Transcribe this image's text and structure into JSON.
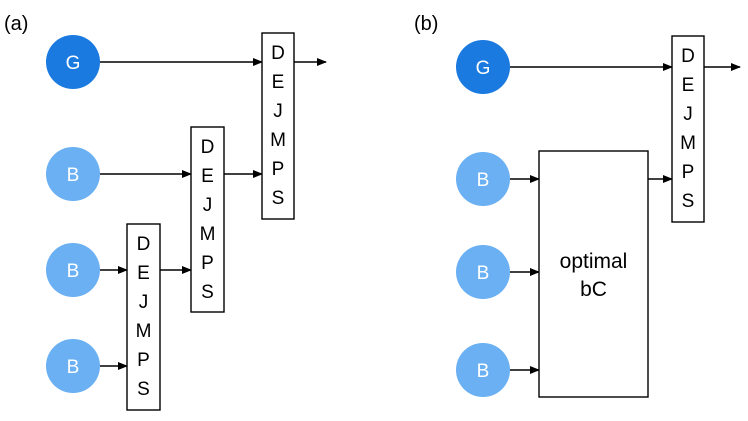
{
  "panels": [
    {
      "label": "(a)",
      "nodes": [
        {
          "text": "G",
          "color": "#1a7ae0"
        },
        {
          "text": "B",
          "color": "#6ab0f3"
        },
        {
          "text": "B",
          "color": "#6ab0f3"
        },
        {
          "text": "B",
          "color": "#6ab0f3"
        }
      ],
      "blocks": [
        {
          "letters": [
            "D",
            "E",
            "J",
            "M",
            "P",
            "S"
          ]
        },
        {
          "letters": [
            "D",
            "E",
            "J",
            "M",
            "P",
            "S"
          ]
        },
        {
          "letters": [
            "D",
            "E",
            "J",
            "M",
            "P",
            "S"
          ]
        }
      ]
    },
    {
      "label": "(b)",
      "nodes": [
        {
          "text": "G",
          "color": "#1a7ae0"
        },
        {
          "text": "B",
          "color": "#6ab0f3"
        },
        {
          "text": "B",
          "color": "#6ab0f3"
        },
        {
          "text": "B",
          "color": "#6ab0f3"
        }
      ],
      "box_lines": [
        "optimal",
        "bC"
      ],
      "blocks": [
        {
          "letters": [
            "D",
            "E",
            "J",
            "M",
            "P",
            "S"
          ]
        }
      ]
    }
  ]
}
